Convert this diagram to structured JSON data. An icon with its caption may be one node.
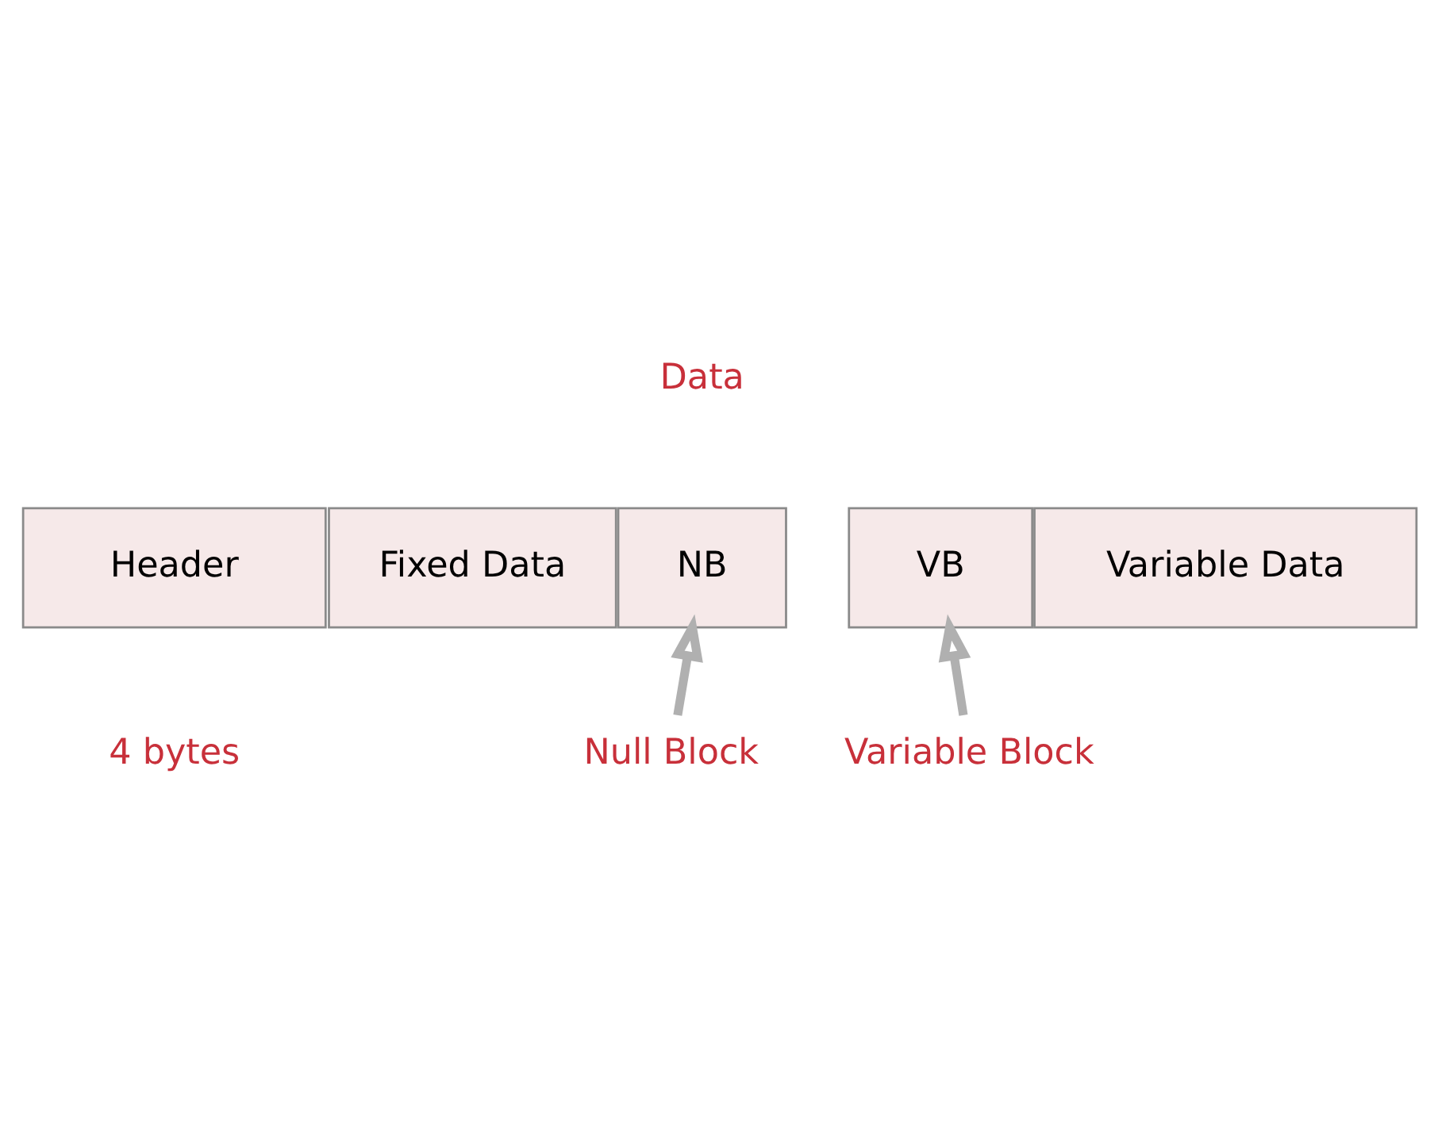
{
  "diagram": {
    "nodes": [
      {
        "text": [
          "Header"
        ]
      },
      {
        "text": [
          "Fixed Data"
        ]
      },
      {
        "text": [
          "NB"
        ]
      },
      {
        "text": [
          "VB"
        ]
      },
      {
        "text": [
          "Variable Data"
        ]
      },
      {
        "text": [
          "Null Block"
        ]
      },
      {
        "text": [
          "Variable Block"
        ]
      }
    ],
    "edges": [
      {
        "from": 5,
        "to": 2,
        "arrow": "to"
      },
      {
        "from": 6,
        "to": 3,
        "arrow": "to"
      }
    ],
    "labels": [
      "Data",
      "4 bytes"
    ]
  }
}
